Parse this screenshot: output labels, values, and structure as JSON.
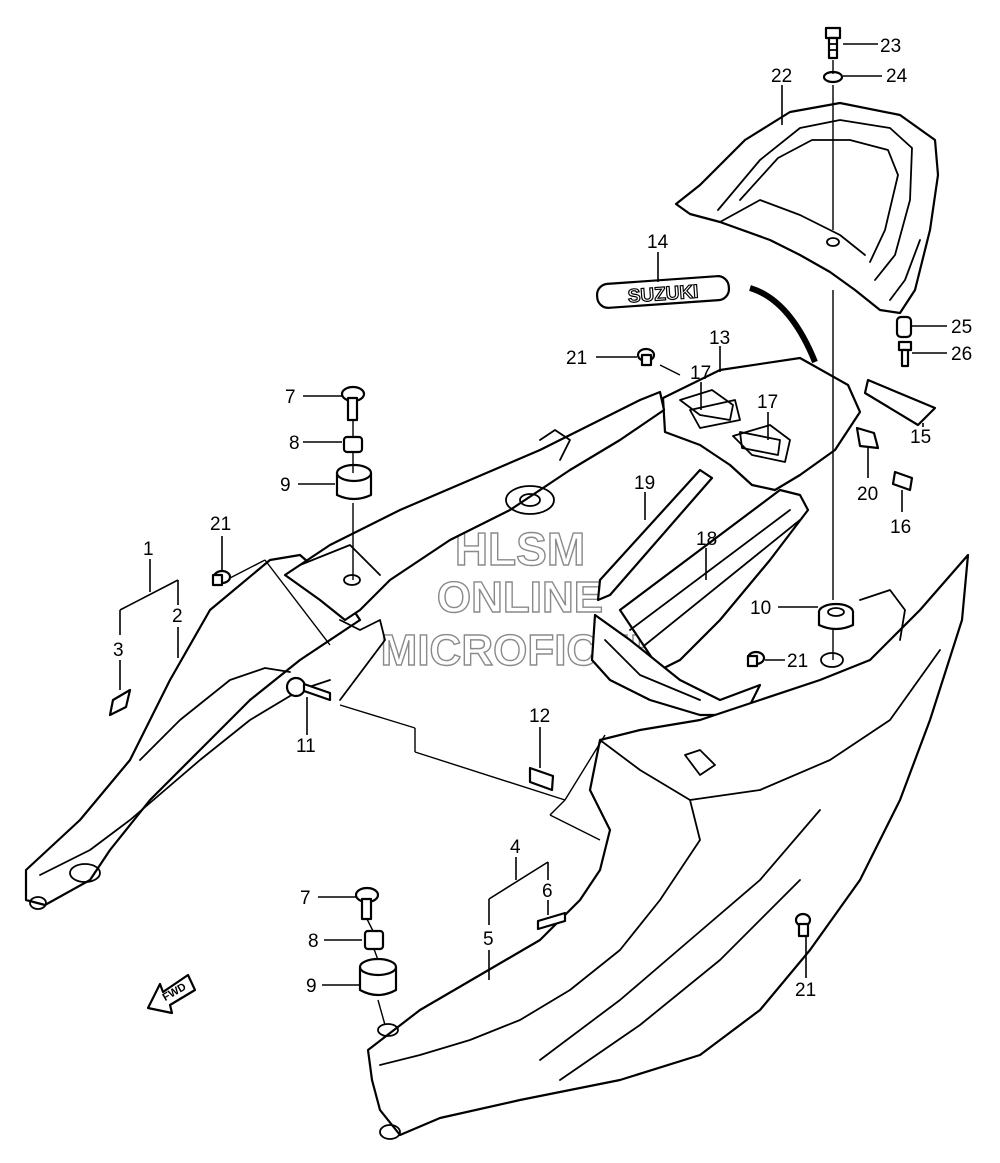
{
  "callouts": {
    "c1": "1",
    "c2": "2",
    "c3": "3",
    "c4": "4",
    "c5": "5",
    "c6": "6",
    "c7": "7",
    "c8": "8",
    "c9": "9",
    "c10": "10",
    "c11": "11",
    "c12": "12",
    "c13": "13",
    "c14": "14",
    "c15": "15",
    "c16": "16",
    "c17": "17",
    "c18": "18",
    "c19": "19",
    "c20": "20",
    "c21": "21",
    "c22": "22",
    "c23": "23",
    "c24": "24",
    "c25": "25",
    "c26": "26"
  },
  "badge": {
    "text": "SUZUKI"
  },
  "direction": {
    "text": "FWD"
  },
  "watermark": {
    "line1": "HLSM",
    "line2": "ONLINE",
    "line3": "MICROFICHE"
  },
  "colors": {
    "line": "#000000",
    "watermark_outline": "#8a8a8a",
    "background": "#ffffff"
  }
}
